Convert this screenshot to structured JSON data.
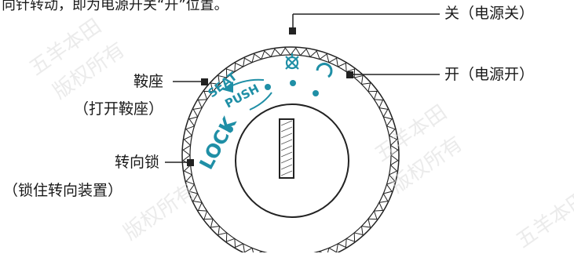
{
  "caption_top": "向针转动，即为电源开关“开”位置。",
  "labels": {
    "power_off": "关（电源关）",
    "power_on": "开（电源开）",
    "seat": "鞍座",
    "seat_sub": "（打开鞍座）",
    "steering_lock": "转向锁",
    "steering_lock_sub": "（锁住转向装置）"
  },
  "dial": {
    "lock_text": "LOCK",
    "seat_text": "SEAT",
    "push_text": "PUSH",
    "accent_color": "#1f8fa6",
    "key_icon": "key-slot-icon",
    "off_icon": "power-off-icon",
    "on_icon": "power-on-icon"
  },
  "watermarks": [
    "五羊本田",
    "版权所有"
  ],
  "colors": {
    "text": "#1a1a1a",
    "accent": "#1f8fa6",
    "outline": "#222222",
    "background": "#ffffff"
  }
}
